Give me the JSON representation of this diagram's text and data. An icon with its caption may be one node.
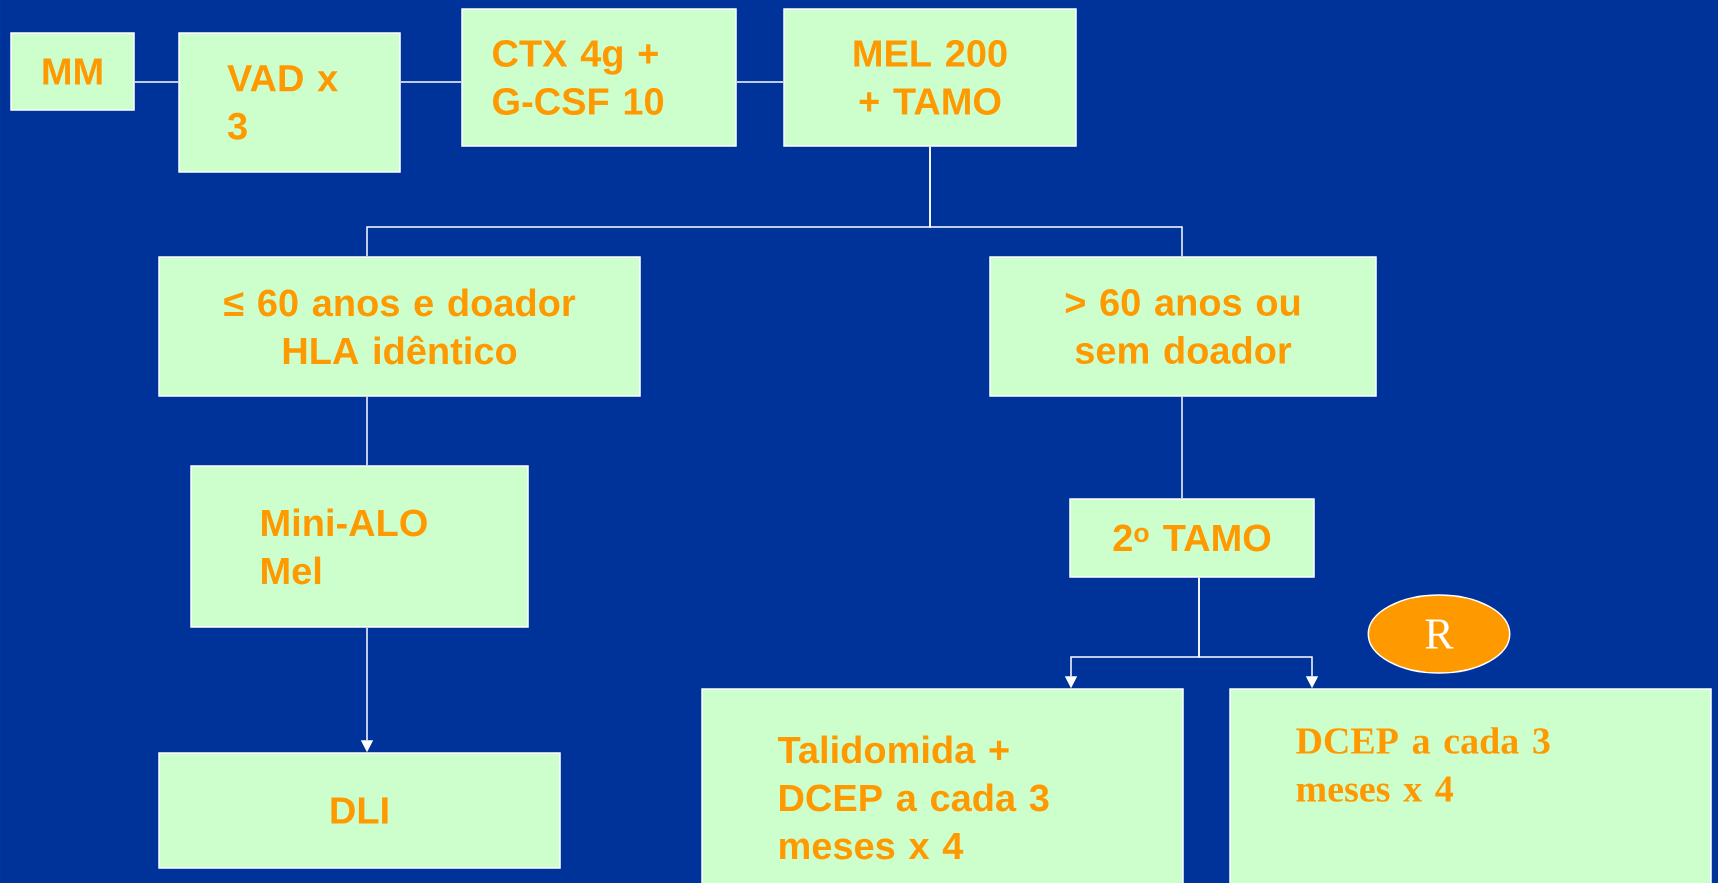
{
  "diagram": {
    "nodes": [
      {
        "text": [
          "MM"
        ]
      },
      {
        "text": [
          "VAD x 3"
        ]
      },
      {
        "text": [
          "CTX 4g + G-CSF 10"
        ]
      },
      {
        "text": [
          "MEL 200 + TAMO"
        ]
      },
      {
        "text": [
          "≤ 60 anos e doador HLA idêntico"
        ]
      },
      {
        "text": [
          "> 60 anos ou sem doador"
        ]
      },
      {
        "text": [
          "Mini-ALO Mel"
        ]
      },
      {
        "text": [
          "2$^{o}$ TAMO"
        ]
      },
      {
        "text": [
          "DLI"
        ]
      },
      {
        "text": [
          "Talidomida + DCEP a cada 3 meses x 4"
        ]
      },
      {
        "text": [
          "DCEP a cada 3 meses x 4"
        ]
      },
      {
        "text": [
          "R"
        ]
      }
    ],
    "edges": [
      {
        "from": 0,
        "to": 1,
        "arrow": "none"
      },
      {
        "from": 1,
        "to": 2,
        "arrow": "none"
      },
      {
        "from": 2,
        "to": 3,
        "arrow": "none"
      },
      {
        "from": 3,
        "to": 4,
        "arrow": "none"
      },
      {
        "from": 3,
        "to": 5,
        "arrow": "none"
      },
      {
        "from": 4,
        "to": 6,
        "arrow": "none"
      },
      {
        "from": 6,
        "to": 8,
        "arrow": "to"
      },
      {
        "from": 5,
        "to": 7,
        "arrow": "none"
      },
      {
        "from": 7,
        "to": 9,
        "arrow": "to"
      },
      {
        "from": 7,
        "to": 10,
        "arrow": "to"
      }
    ]
  }
}
